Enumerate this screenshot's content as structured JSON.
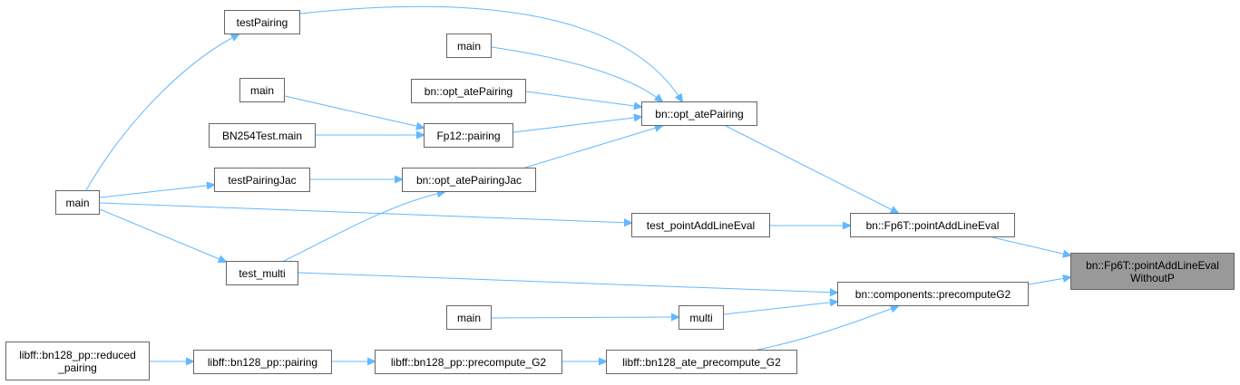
{
  "colors": {
    "edge": "#63b8ff",
    "node_border": "#666666",
    "focus_fill": "#999999"
  },
  "graph": {
    "focus": {
      "line1": "bn::Fp6T::pointAddLineEval",
      "line2": "WithoutP"
    },
    "nodes": {
      "testPairing": "testPairing",
      "main_a": "main",
      "bn_opt_atePairing_caller": "bn::opt_atePairing",
      "main_b": "main",
      "bn254test_main": "BN254Test.main",
      "fp12_pairing": "Fp12::pairing",
      "bn_opt_atePairing": "bn::opt_atePairing",
      "testPairingJac": "testPairingJac",
      "bn_opt_atePairingJac": "bn::opt_atePairingJac",
      "main_c": "main",
      "test_pointAddLineEval": "test_pointAddLineEval",
      "bn_fp6t_pointAddLineEval": "bn::Fp6T::pointAddLineEval",
      "test_multi": "test_multi",
      "bn_components_precomputeG2": "bn::components::precomputeG2",
      "main_d": "main",
      "multi": "multi",
      "libff_reduced_pairing": {
        "line1": "libff::bn128_pp::reduced",
        "line2": "_pairing"
      },
      "libff_pairing": "libff::bn128_pp::pairing",
      "libff_precompute_G2": "libff::bn128_pp::precompute_G2",
      "libff_ate_precompute_G2": "libff::bn128_ate_precompute_G2"
    }
  }
}
